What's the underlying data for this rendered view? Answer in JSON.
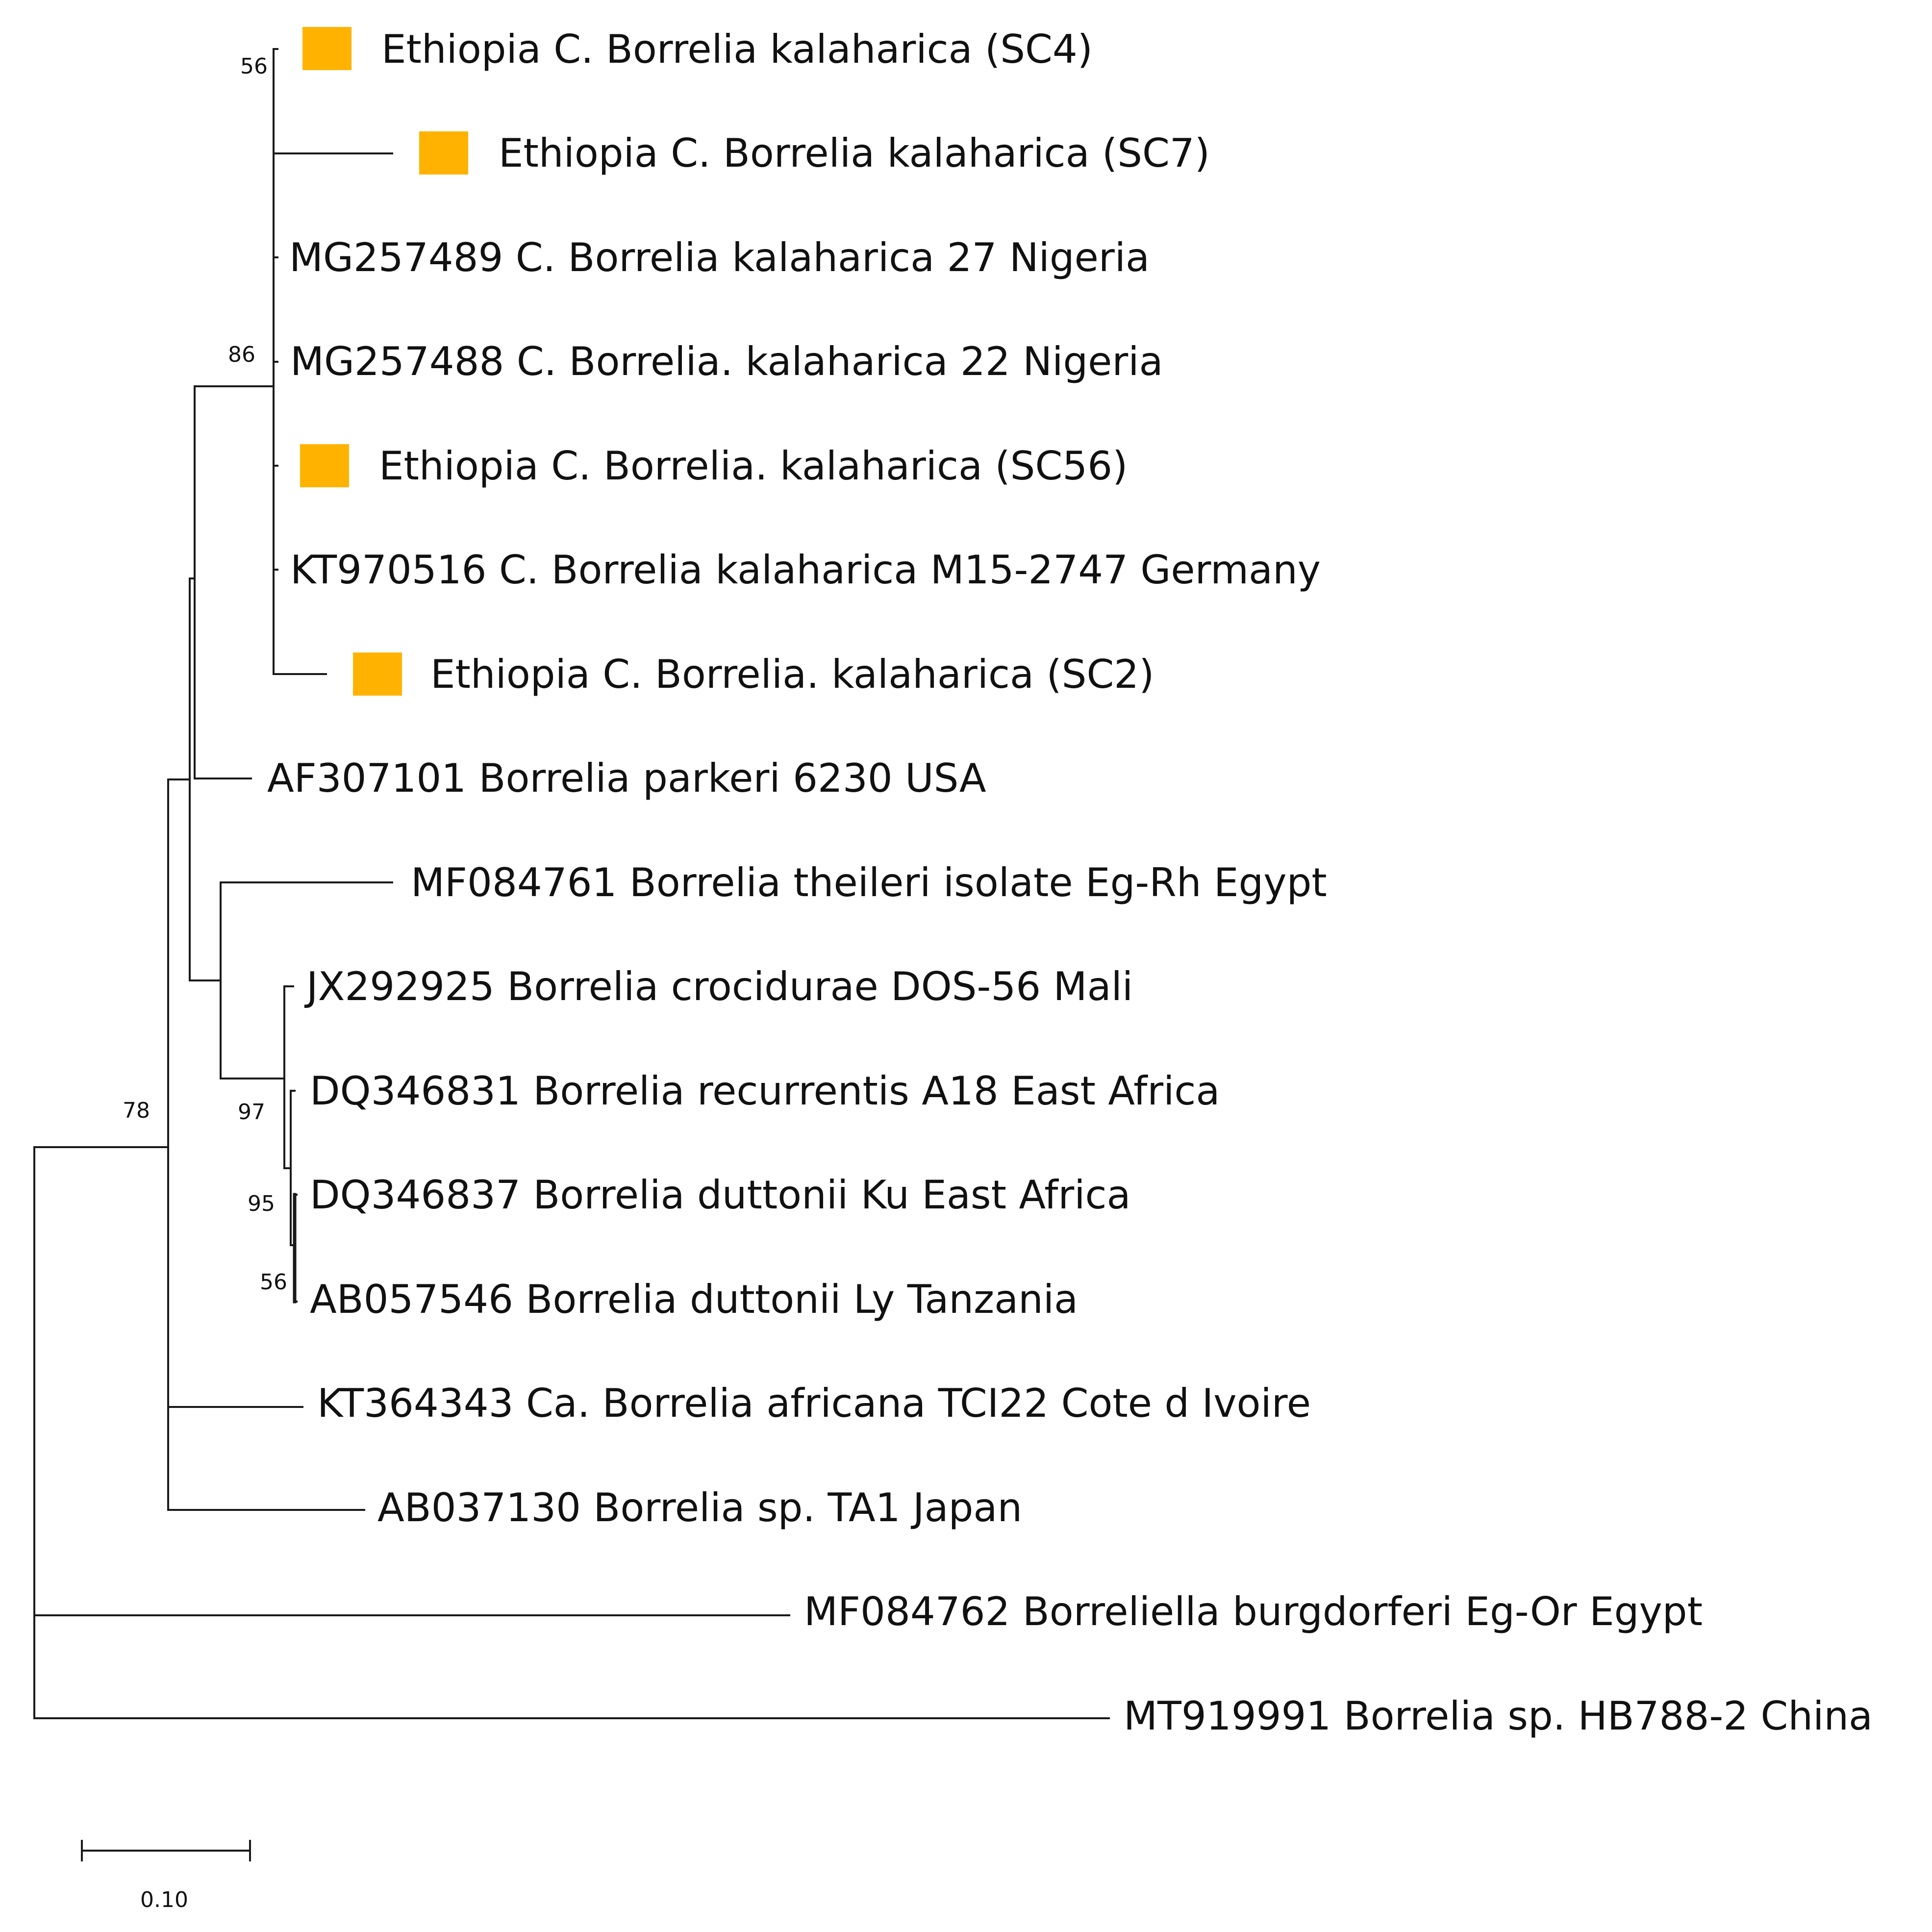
{
  "tree": {
    "marker_color": "#FFB300",
    "leaves": [
      {
        "label": "Ethiopia C. Borrelia kalaharica (SC4)",
        "marker": true
      },
      {
        "label": "Ethiopia C. Borrelia kalaharica (SC7)",
        "marker": true
      },
      {
        "label": "MG257489 C. Borrelia kalaharica 27 Nigeria",
        "marker": false
      },
      {
        "label": "MG257488 C. Borrelia. kalaharica 22 Nigeria",
        "marker": false
      },
      {
        "label": "Ethiopia C. Borrelia. kalaharica (SC56)",
        "marker": true
      },
      {
        "label": "KT970516 C. Borrelia kalaharica M15-2747 Germany",
        "marker": false
      },
      {
        "label": "Ethiopia C. Borrelia. kalaharica (SC2)",
        "marker": true
      },
      {
        "label": "AF307101 Borrelia parkeri 6230 USA",
        "marker": false
      },
      {
        "label": "MF084761 Borrelia theileri isolate Eg-Rh Egypt",
        "marker": false
      },
      {
        "label": "JX292925 Borrelia crocidurae DOS-56 Mali",
        "marker": false
      },
      {
        "label": "DQ346831 Borrelia recurrentis A18 East Africa",
        "marker": false
      },
      {
        "label": "DQ346837 Borrelia duttonii Ku East Africa",
        "marker": false
      },
      {
        "label": "AB057546 Borrelia duttonii Ly Tanzania",
        "marker": false
      },
      {
        "label": "KT364343 Ca. Borrelia africana TCI22 Cote d Ivoire",
        "marker": false
      },
      {
        "label": "AB037130 Borrelia sp. TA1 Japan",
        "marker": false
      },
      {
        "label": "MF084762 Borreliella burgdorferi Eg-Or Egypt",
        "marker": false
      },
      {
        "label": "MT919991 Borrelia sp. HB788-2 China",
        "marker": false
      }
    ],
    "bootstrap": [
      "56",
      "86",
      "78",
      "97",
      "95",
      "56"
    ],
    "scale_bar": {
      "label": "0.10",
      "value": 0.1
    }
  }
}
